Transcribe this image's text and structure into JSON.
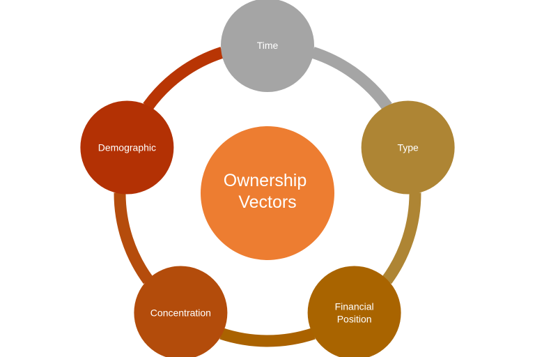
{
  "center": {
    "lines": [
      "Ownership",
      "Vectors"
    ],
    "color": "#ed7d31"
  },
  "nodes": [
    {
      "id": "time",
      "lines": [
        "Time"
      ],
      "color": "#a5a5a5"
    },
    {
      "id": "type",
      "lines": [
        "Type"
      ],
      "color": "#ae8534"
    },
    {
      "id": "financial-position",
      "lines": [
        "Financial",
        "Position"
      ],
      "color": "#a96400"
    },
    {
      "id": "concentration",
      "lines": [
        "Concentration"
      ],
      "color": "#b34c0b"
    },
    {
      "id": "demographic",
      "lines": [
        "Demographic"
      ],
      "color": "#b33104"
    }
  ],
  "connectors": [
    {
      "from": "time",
      "to": "type",
      "color": "#a5a5a5"
    },
    {
      "from": "type",
      "to": "financial-position",
      "color": "#ae8534"
    },
    {
      "from": "financial-position",
      "to": "concentration",
      "color": "#aa6200"
    },
    {
      "from": "concentration",
      "to": "demographic",
      "color": "#b54c0c"
    },
    {
      "from": "demographic",
      "to": "time",
      "color": "#b83504"
    }
  ]
}
